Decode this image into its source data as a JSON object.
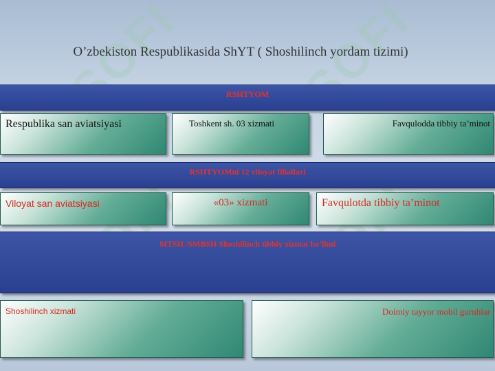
{
  "title": "O’zbekiston Respublikasida ShYT ( Shoshilinch yordam tizimi)",
  "level1": {
    "header": "RSHTYOM",
    "boxes": [
      "Respublika san aviatsiyasi",
      "Toshkent sh. 03 xizmati",
      "Favqulodda tibbiy ta’minot"
    ]
  },
  "level2": {
    "header": "RSHTYOMni 12 viloyat filiallari",
    "boxes": [
      "Viloyat san aviatsiyasi",
      "«03» xizmati",
      "Favqulotda tibbiy ta’minot"
    ]
  },
  "level3": {
    "header": "MTSH /SMBSH Shoshilinch tibbiy xizmat bo’limi",
    "boxes": [
      "Shoshilinch xizmati",
      "Doimiy tayyor mobil guruhlar"
    ]
  },
  "colors": {
    "band": "#2f4596",
    "box": "#4f9f88",
    "label_red": "#d42a23"
  }
}
